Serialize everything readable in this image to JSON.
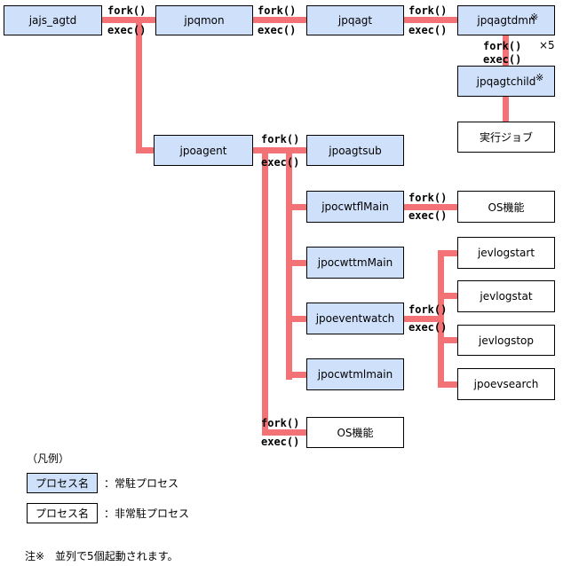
{
  "fork_label": "fork()",
  "exec_label": "exec()",
  "times_label": "×5",
  "note_mark": "※",
  "processes": {
    "jajs_agtd": "jajs_agtd",
    "jpqmon": "jpqmon",
    "jpqagt": "jpqagt",
    "jpqagtdmn": "jpqagtdmn",
    "jpqagtchild": "jpqagtchild",
    "job": "実行ジョブ",
    "jpoagent": "jpoagent",
    "jpoagtsub": "jpoagtsub",
    "jpocwtflMain": "jpocwtflMain",
    "os1": "OS機能",
    "jpocwttmMain": "jpocwttmMain",
    "jpoeventwatch": "jpoeventwatch",
    "jpocwtmlmain": "jpocwtmlmain",
    "os2": "OS機能",
    "jevlogstart": "jevlogstart",
    "jevlogstat": "jevlogstat",
    "jevlogstop": "jevlogstop",
    "jpoevsearch": "jpoevsearch"
  },
  "legend": {
    "title": "（凡例）",
    "resident_box": "プロセス名",
    "resident_desc": "：常駐プロセス",
    "nonresident_box": "プロセス名",
    "nonresident_desc": "：非常駐プロセス"
  },
  "note": "注※　並列で5個起動されます。",
  "colors": {
    "resident": "#cfe0fa",
    "nonresident": "#ffffff",
    "connector": "#f37275"
  }
}
